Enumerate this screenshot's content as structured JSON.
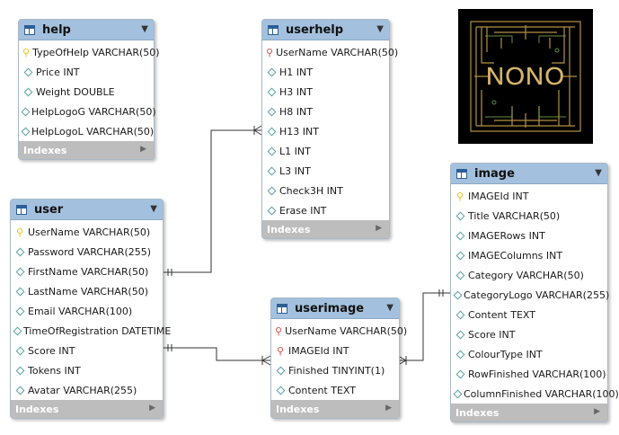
{
  "tables": {
    "help": {
      "name": "help",
      "columns": [
        {
          "label": "TypeOfHelp VARCHAR(50)",
          "key": "pk"
        },
        {
          "label": "Price INT",
          "key": "none"
        },
        {
          "label": "Weight DOUBLE",
          "key": "none"
        },
        {
          "label": "HelpLogoG VARCHAR(50)",
          "key": "none"
        },
        {
          "label": "HelpLogoL VARCHAR(50)",
          "key": "none"
        }
      ],
      "indexes_label": "Indexes"
    },
    "userhelp": {
      "name": "userhelp",
      "columns": [
        {
          "label": "UserName VARCHAR(50)",
          "key": "fk"
        },
        {
          "label": "H1 INT",
          "key": "none"
        },
        {
          "label": "H3 INT",
          "key": "none"
        },
        {
          "label": "H8 INT",
          "key": "none"
        },
        {
          "label": "H13 INT",
          "key": "none"
        },
        {
          "label": "L1 INT",
          "key": "none"
        },
        {
          "label": "L3 INT",
          "key": "none"
        },
        {
          "label": "Check3H INT",
          "key": "none"
        },
        {
          "label": "Erase INT",
          "key": "none"
        }
      ],
      "indexes_label": "Indexes"
    },
    "user": {
      "name": "user",
      "columns": [
        {
          "label": "UserName VARCHAR(50)",
          "key": "pk"
        },
        {
          "label": "Password VARCHAR(255)",
          "key": "none"
        },
        {
          "label": "FirstName VARCHAR(50)",
          "key": "none"
        },
        {
          "label": "LastName VARCHAR(50)",
          "key": "none"
        },
        {
          "label": "Email VARCHAR(100)",
          "key": "none"
        },
        {
          "label": "TimeOfRegistration DATETIME",
          "key": "none"
        },
        {
          "label": "Score INT",
          "key": "none"
        },
        {
          "label": "Tokens INT",
          "key": "none"
        },
        {
          "label": "Avatar VARCHAR(255)",
          "key": "none"
        }
      ],
      "indexes_label": "Indexes"
    },
    "userimage": {
      "name": "userimage",
      "columns": [
        {
          "label": "UserName VARCHAR(50)",
          "key": "fk"
        },
        {
          "label": "IMAGEId INT",
          "key": "fk"
        },
        {
          "label": "Finished TINYINT(1)",
          "key": "none"
        },
        {
          "label": "Content TEXT",
          "key": "none"
        }
      ],
      "indexes_label": "Indexes"
    },
    "image": {
      "name": "image",
      "columns": [
        {
          "label": "IMAGEId INT",
          "key": "pk"
        },
        {
          "label": "Title VARCHAR(50)",
          "key": "none"
        },
        {
          "label": "IMAGERows INT",
          "key": "none"
        },
        {
          "label": "IMAGEColumns INT",
          "key": "none"
        },
        {
          "label": "Category VARCHAR(50)",
          "key": "none"
        },
        {
          "label": "CategoryLogo VARCHAR(255)",
          "key": "none"
        },
        {
          "label": "Content TEXT",
          "key": "none"
        },
        {
          "label": "Score INT",
          "key": "none"
        },
        {
          "label": "ColourType INT",
          "key": "none"
        },
        {
          "label": "RowFinished VARCHAR(100)",
          "key": "none"
        },
        {
          "label": "ColumnFinished VARCHAR(100)",
          "key": "none"
        }
      ],
      "indexes_label": "Indexes"
    }
  },
  "logo": {
    "text": "NONO"
  },
  "colors": {
    "header": "#a3c1de",
    "indexes_bar": "#bdbdbd",
    "primary_key": "#e8c11a",
    "foreign_key": "#d9534f",
    "logo_accent": "#c8a24a"
  }
}
